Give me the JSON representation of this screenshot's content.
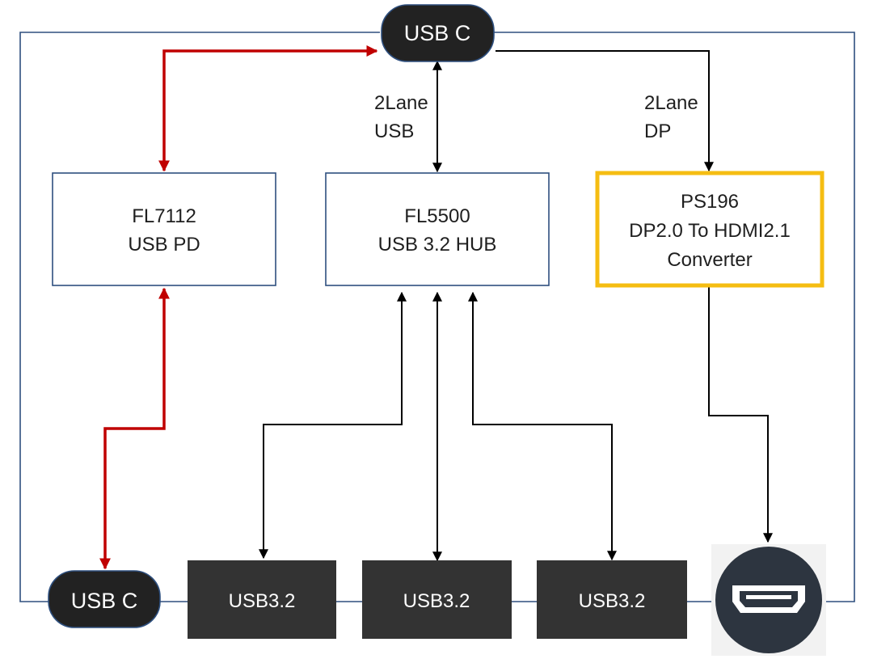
{
  "colors": {
    "frame": "#2e4f7e",
    "box_border": "#2e4f7e",
    "highlight_border": "#f5bd12",
    "dark_fill": "#333333",
    "power_path": "#c00000",
    "signal_path": "#000000",
    "hdmi_circle": "#2d3540"
  },
  "usb_c_top": {
    "label": "USB C"
  },
  "usb_c_bottom": {
    "label": "USB C"
  },
  "fl7112": {
    "line1": "FL7112",
    "line2": "USB PD"
  },
  "fl5500": {
    "line1": "FL5500",
    "line2": "USB 3.2 HUB"
  },
  "ps196": {
    "line1": "PS196",
    "line2": "DP2.0 To HDMI2.1",
    "line3": "Converter"
  },
  "lane_usb": {
    "line1": "2Lane",
    "line2": "USB"
  },
  "lane_dp": {
    "line1": "2Lane",
    "line2": "DP"
  },
  "usb_ports": [
    {
      "label": "USB3.2"
    },
    {
      "label": "USB3.2"
    },
    {
      "label": "USB3.2"
    }
  ],
  "hdmi_port": {
    "icon": "hdmi-icon"
  }
}
